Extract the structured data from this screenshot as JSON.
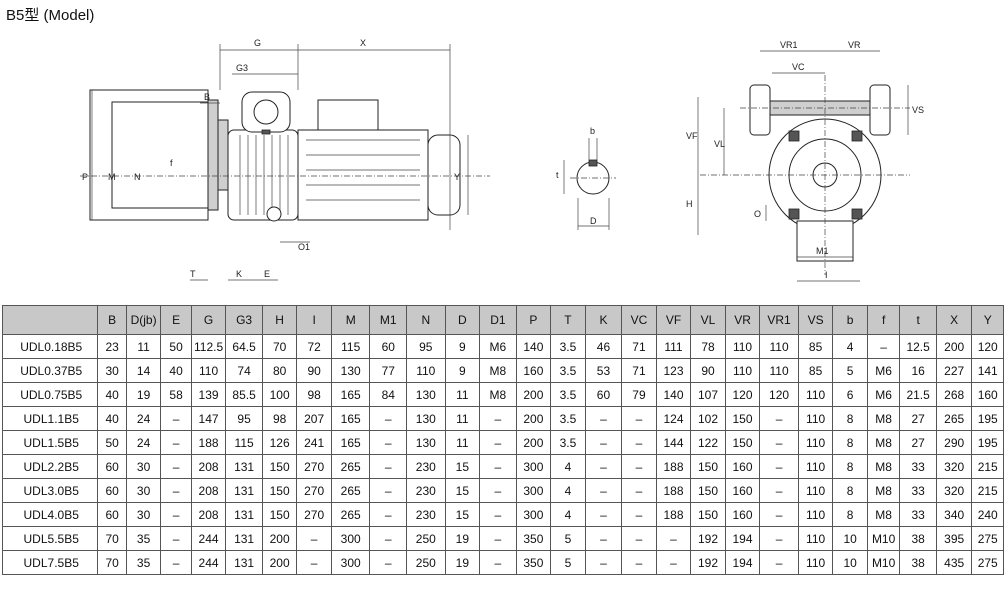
{
  "title": "B5型 (Model)",
  "drawing_labels": {
    "front": [
      "G",
      "X",
      "G3",
      "B",
      "P",
      "M",
      "N",
      "f",
      "Y",
      "O1",
      "T",
      "K",
      "E"
    ],
    "shaft": [
      "b",
      "t",
      "D"
    ],
    "side": [
      "VR1",
      "VR",
      "VC",
      "VS",
      "VF",
      "VL",
      "H",
      "O",
      "M1",
      "I"
    ]
  },
  "table": {
    "headers": [
      "",
      "B",
      "D(jb)",
      "E",
      "G",
      "G3",
      "H",
      "I",
      "M",
      "M1",
      "N",
      "D",
      "D1",
      "P",
      "T",
      "K",
      "VC",
      "VF",
      "VL",
      "VR",
      "VR1",
      "VS",
      "b",
      "f",
      "t",
      "X",
      "Y"
    ],
    "rows": [
      [
        "UDL0.18B5",
        "23",
        "11",
        "50",
        "112.5",
        "64.5",
        "70",
        "72",
        "115",
        "60",
        "95",
        "9",
        "M6",
        "140",
        "3.5",
        "46",
        "71",
        "111",
        "78",
        "110",
        "110",
        "85",
        "4",
        "–",
        "12.5",
        "200",
        "120"
      ],
      [
        "UDL0.37B5",
        "30",
        "14",
        "40",
        "110",
        "74",
        "80",
        "90",
        "130",
        "77",
        "110",
        "9",
        "M8",
        "160",
        "3.5",
        "53",
        "71",
        "123",
        "90",
        "110",
        "110",
        "85",
        "5",
        "M6",
        "16",
        "227",
        "141"
      ],
      [
        "UDL0.75B5",
        "40",
        "19",
        "58",
        "139",
        "85.5",
        "100",
        "98",
        "165",
        "84",
        "130",
        "11",
        "M8",
        "200",
        "3.5",
        "60",
        "79",
        "140",
        "107",
        "120",
        "120",
        "110",
        "6",
        "M6",
        "21.5",
        "268",
        "160"
      ],
      [
        "UDL1.1B5",
        "40",
        "24",
        "–",
        "147",
        "95",
        "98",
        "207",
        "165",
        "–",
        "130",
        "11",
        "–",
        "200",
        "3.5",
        "–",
        "–",
        "124",
        "102",
        "150",
        "–",
        "110",
        "8",
        "M8",
        "27",
        "265",
        "195"
      ],
      [
        "UDL1.5B5",
        "50",
        "24",
        "–",
        "188",
        "115",
        "126",
        "241",
        "165",
        "–",
        "130",
        "11",
        "–",
        "200",
        "3.5",
        "–",
        "–",
        "144",
        "122",
        "150",
        "–",
        "110",
        "8",
        "M8",
        "27",
        "290",
        "195"
      ],
      [
        "UDL2.2B5",
        "60",
        "30",
        "–",
        "208",
        "131",
        "150",
        "270",
        "265",
        "–",
        "230",
        "15",
        "–",
        "300",
        "4",
        "–",
        "–",
        "188",
        "150",
        "160",
        "–",
        "110",
        "8",
        "M8",
        "33",
        "320",
        "215"
      ],
      [
        "UDL3.0B5",
        "60",
        "30",
        "–",
        "208",
        "131",
        "150",
        "270",
        "265",
        "–",
        "230",
        "15",
        "–",
        "300",
        "4",
        "–",
        "–",
        "188",
        "150",
        "160",
        "–",
        "110",
        "8",
        "M8",
        "33",
        "320",
        "215"
      ],
      [
        "UDL4.0B5",
        "60",
        "30",
        "–",
        "208",
        "131",
        "150",
        "270",
        "265",
        "–",
        "230",
        "15",
        "–",
        "300",
        "4",
        "–",
        "–",
        "188",
        "150",
        "160",
        "–",
        "110",
        "8",
        "M8",
        "33",
        "340",
        "240"
      ],
      [
        "UDL5.5B5",
        "70",
        "35",
        "–",
        "244",
        "131",
        "200",
        "–",
        "300",
        "–",
        "250",
        "19",
        "–",
        "350",
        "5",
        "–",
        "–",
        "–",
        "192",
        "194",
        "–",
        "110",
        "10",
        "M10",
        "38",
        "395",
        "275"
      ],
      [
        "UDL7.5B5",
        "70",
        "35",
        "–",
        "244",
        "131",
        "200",
        "–",
        "300",
        "–",
        "250",
        "19",
        "–",
        "350",
        "5",
        "–",
        "–",
        "–",
        "192",
        "194",
        "–",
        "110",
        "10",
        "M10",
        "38",
        "435",
        "275"
      ]
    ]
  }
}
